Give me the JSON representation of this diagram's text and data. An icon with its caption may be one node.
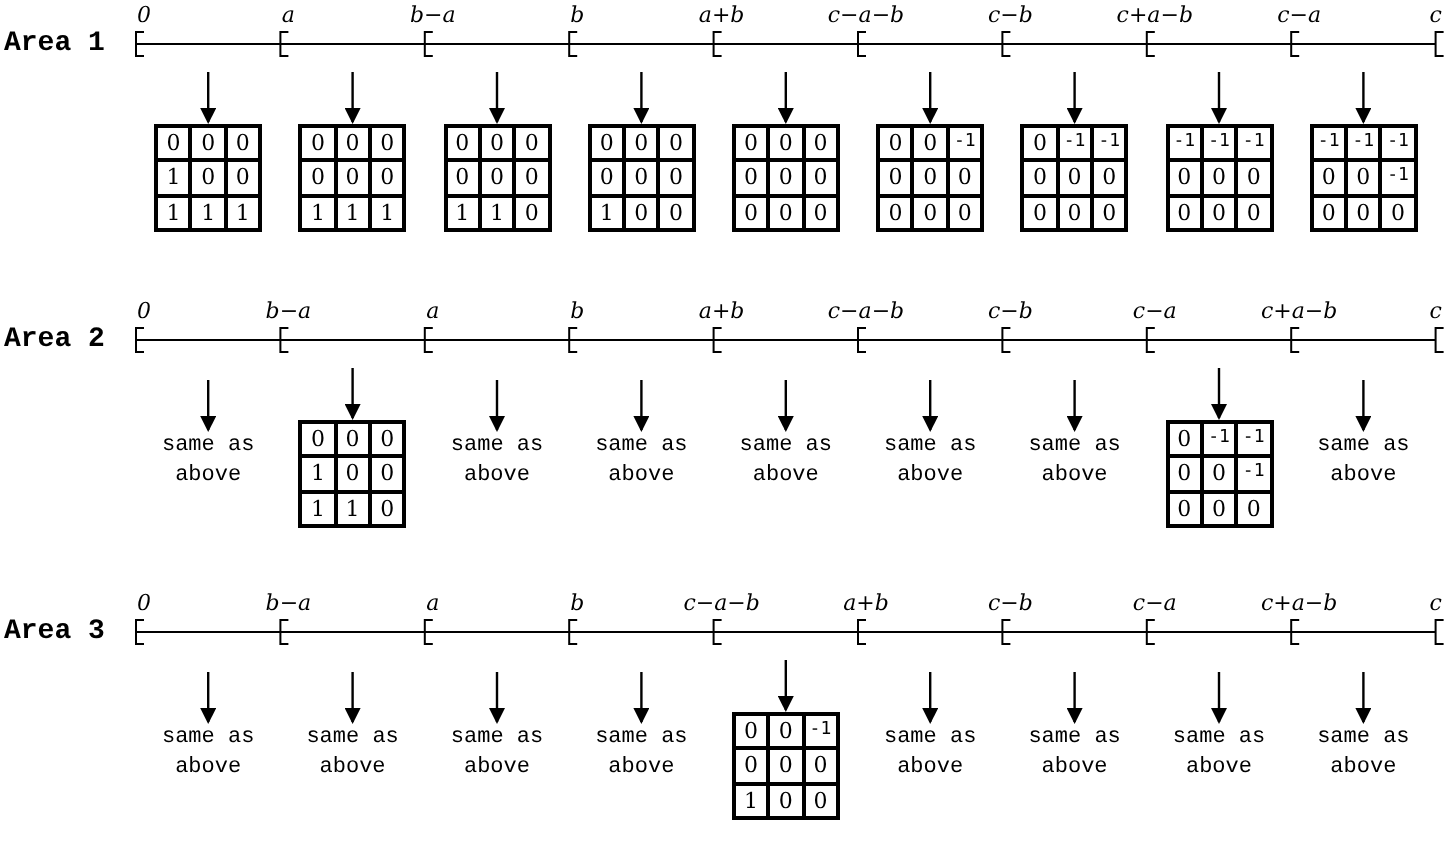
{
  "diagram": {
    "nodes": [
      {
        "text": [
          "0",
          "0",
          "0",
          "1",
          "0",
          "0",
          "1",
          "1",
          "1"
        ]
      },
      {
        "text": [
          "0",
          "0",
          "0",
          "0",
          "0",
          "0",
          "1",
          "1",
          "1"
        ]
      },
      {
        "text": [
          "0",
          "0",
          "0",
          "0",
          "0",
          "0",
          "1",
          "1",
          "0"
        ]
      },
      {
        "text": [
          "0",
          "0",
          "0",
          "0",
          "0",
          "0",
          "1",
          "0",
          "0"
        ]
      },
      {
        "text": [
          "0",
          "0",
          "0",
          "0",
          "0",
          "0",
          "0",
          "0",
          "0"
        ]
      },
      {
        "text": [
          "0",
          "0",
          "-1",
          "0",
          "0",
          "0",
          "0",
          "0",
          "0"
        ]
      },
      {
        "text": [
          "0",
          "-1",
          "-1",
          "0",
          "0",
          "0",
          "0",
          "0",
          "0"
        ]
      },
      {
        "text": [
          "-1",
          "-1",
          "-1",
          "0",
          "0",
          "0",
          "0",
          "0",
          "0"
        ]
      },
      {
        "text": [
          "-1",
          "-1",
          "-1",
          "0",
          "0",
          "-1",
          "0",
          "0",
          "0"
        ]
      },
      {
        "text": [
          "same as above"
        ]
      },
      {
        "text": [
          "0",
          "0",
          "0",
          "1",
          "0",
          "0",
          "1",
          "1",
          "0"
        ]
      },
      {
        "text": [
          "same as above"
        ]
      },
      {
        "text": [
          "same as above"
        ]
      },
      {
        "text": [
          "same as above"
        ]
      },
      {
        "text": [
          "same as above"
        ]
      },
      {
        "text": [
          "same as above"
        ]
      },
      {
        "text": [
          "0",
          "-1",
          "-1",
          "0",
          "0",
          "-1",
          "0",
          "0",
          "0"
        ]
      },
      {
        "text": [
          "same as above"
        ]
      },
      {
        "text": [
          "same as above"
        ]
      },
      {
        "text": [
          "same as above"
        ]
      },
      {
        "text": [
          "same as above"
        ]
      },
      {
        "text": [
          "same as above"
        ]
      },
      {
        "text": [
          "0",
          "0",
          "-1",
          "0",
          "0",
          "0",
          "1",
          "0",
          "0"
        ]
      },
      {
        "text": [
          "same as above"
        ]
      },
      {
        "text": [
          "same as above"
        ]
      },
      {
        "text": [
          "same as above"
        ]
      },
      {
        "text": [
          "same as above"
        ]
      }
    ],
    "edges": [
      {
        "from": null,
        "to": 0,
        "arrow": "to"
      },
      {
        "from": null,
        "to": 1,
        "arrow": "to"
      },
      {
        "from": null,
        "to": 2,
        "arrow": "to"
      },
      {
        "from": null,
        "to": 3,
        "arrow": "to"
      },
      {
        "from": null,
        "to": 4,
        "arrow": "to"
      },
      {
        "from": null,
        "to": 5,
        "arrow": "to"
      },
      {
        "from": null,
        "to": 6,
        "arrow": "to"
      },
      {
        "from": null,
        "to": 7,
        "arrow": "to"
      },
      {
        "from": null,
        "to": 8,
        "arrow": "to"
      },
      {
        "from": null,
        "to": 9,
        "arrow": "to"
      },
      {
        "from": null,
        "to": 10,
        "arrow": "to"
      },
      {
        "from": null,
        "to": 11,
        "arrow": "to"
      },
      {
        "from": null,
        "to": 12,
        "arrow": "to"
      },
      {
        "from": null,
        "to": 13,
        "arrow": "to"
      },
      {
        "from": null,
        "to": 14,
        "arrow": "to"
      },
      {
        "from": null,
        "to": 15,
        "arrow": "to"
      },
      {
        "from": null,
        "to": 16,
        "arrow": "to"
      },
      {
        "from": null,
        "to": 17,
        "arrow": "to"
      },
      {
        "from": null,
        "to": 18,
        "arrow": "to"
      },
      {
        "from": null,
        "to": 19,
        "arrow": "to"
      },
      {
        "from": null,
        "to": 20,
        "arrow": "to"
      },
      {
        "from": null,
        "to": 21,
        "arrow": "to"
      },
      {
        "from": null,
        "to": 22,
        "arrow": "to"
      },
      {
        "from": null,
        "to": 23,
        "arrow": "to"
      },
      {
        "from": null,
        "to": 24,
        "arrow": "to"
      },
      {
        "from": null,
        "to": 25,
        "arrow": "to"
      },
      {
        "from": null,
        "to": 26,
        "arrow": "to"
      }
    ],
    "labels": [
      "0",
      "a",
      "b−a",
      "b",
      "a+b",
      "c−a−b",
      "c−b",
      "c+a−b",
      "c−a",
      "c",
      "Area 1",
      "0",
      "b−a",
      "a",
      "b",
      "a+b",
      "c−a−b",
      "c−b",
      "c−a",
      "c+a−b",
      "c",
      "Area 2",
      "0",
      "b−a",
      "a",
      "b",
      "c−a−b",
      "a+b",
      "c−b",
      "c−a",
      "c+a−b",
      "c",
      "Area 3"
    ]
  }
}
